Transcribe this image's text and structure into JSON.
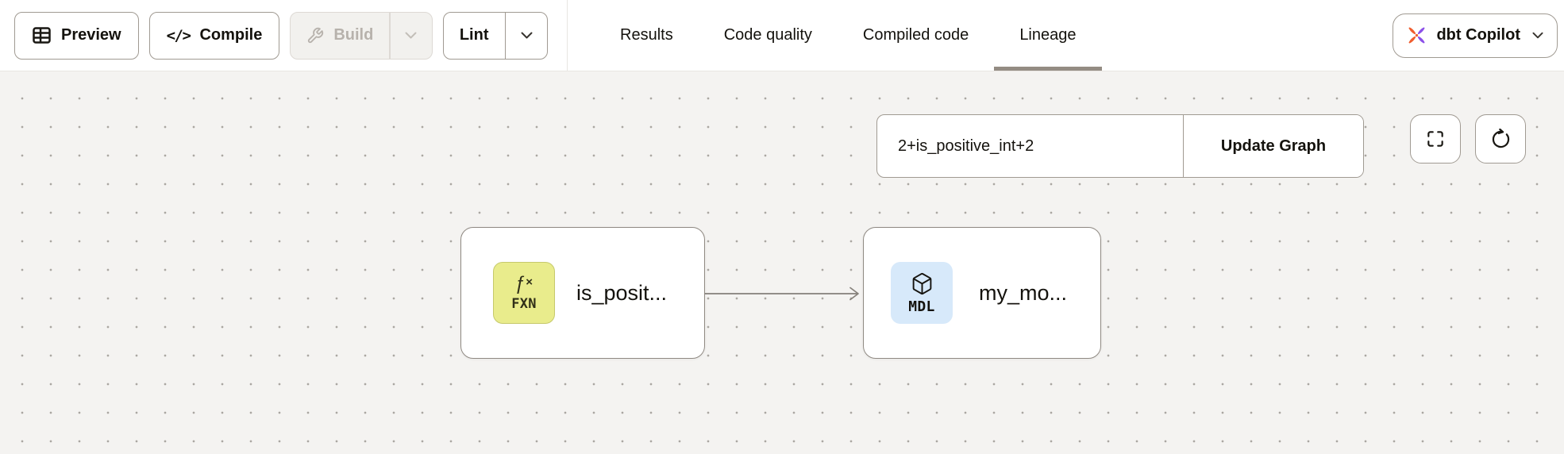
{
  "toolbar": {
    "preview_label": "Preview",
    "compile_label": "Compile",
    "compile_icon_glyph": "</>",
    "build_label": "Build",
    "build_disabled": true,
    "lint_label": "Lint",
    "tabs": [
      {
        "id": "results",
        "label": "Results",
        "active": false
      },
      {
        "id": "code-quality",
        "label": "Code quality",
        "active": false
      },
      {
        "id": "compiled-code",
        "label": "Compiled code",
        "active": false
      },
      {
        "id": "lineage",
        "label": "Lineage",
        "active": true
      }
    ],
    "copilot": {
      "label": "dbt Copilot"
    }
  },
  "lineage": {
    "selector": {
      "value": "2+is_positive_int+2",
      "update_button_label": "Update Graph"
    },
    "nodes": [
      {
        "type": "function",
        "badge_symbol_f": "ƒ",
        "badge_symbol_x": "×",
        "badge_label": "FXN",
        "label": "is_posit..."
      },
      {
        "type": "model",
        "badge_label": "MDL",
        "label": "my_mo..."
      }
    ],
    "edges": [
      {
        "from": "is_posit...",
        "to": "my_mo..."
      }
    ]
  },
  "icons": {
    "preview": "table-icon",
    "compile": "code-icon",
    "build": "wrench-icon",
    "dropdowns": "chevron-down-icon",
    "copilot": "dbt-copilot-icon",
    "canvas_fullscreen": "fullscreen-icon",
    "canvas_refresh": "refresh-icon",
    "model_badge": "cube-icon"
  },
  "colors": {
    "toolbar_bg": "#ffffff",
    "canvas_bg": "#f4f3f1",
    "dot_grid": "#aaa7a2",
    "button_border": "#a09a92",
    "text": "#14120d",
    "disabled_text": "#b7b2ac",
    "active_tab_underline": "#948c83",
    "function_badge_bg": "#e9ec8c",
    "function_badge_border": "#c6c96c",
    "model_badge_bg": "#d7e9fa",
    "edge": "#85807a",
    "copilot_orange": "#f05c2d",
    "copilot_purple": "#8b4fe8"
  }
}
